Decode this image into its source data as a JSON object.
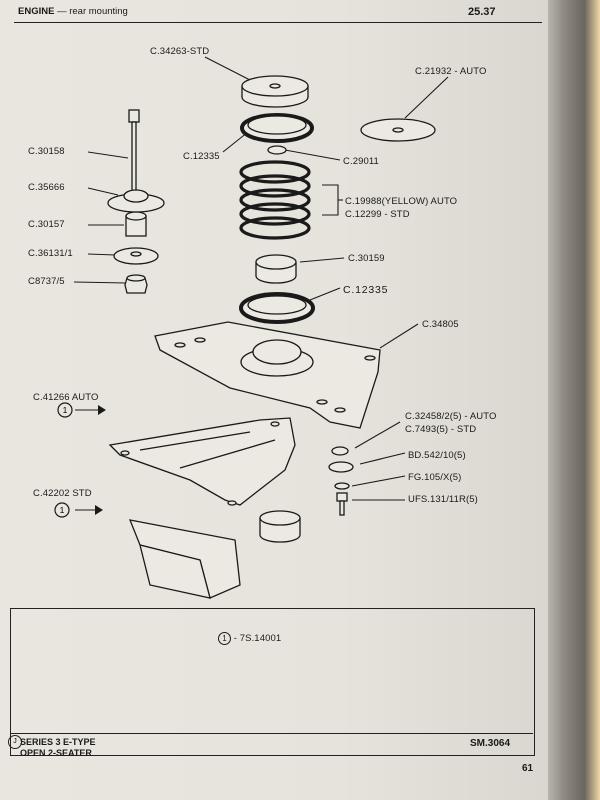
{
  "header": {
    "section": "ENGINE",
    "subsection": "— rear mounting",
    "page_ref": "25.37"
  },
  "parts": {
    "c34263": "C.34263-STD",
    "c21932": "C.21932 - AUTO",
    "c30158": "C.30158",
    "c12335_top": "C.12335",
    "c29011": "C.29011",
    "c35666": "C.35666",
    "c19988": "C.19988(YELLOW) AUTO",
    "c12299": "C.12299 - STD",
    "c30157": "C.30157",
    "c36131": "C.36131/1",
    "c30159": "C.30159",
    "c8737": "C8737/5",
    "c12335_bottom": "C.12335",
    "c34805": "C.34805",
    "c41266": "C.41266 AUTO",
    "c32458": "C.32458/2(5) - AUTO",
    "c7493": "C.7493(5) - STD",
    "bd542": "BD.542/10(5)",
    "fg105": "FG.105/X(5)",
    "ufs131": "UFS.131/11R(5)",
    "c42202": "C.42202 STD"
  },
  "callout_marker": "1",
  "footnote": {
    "marker": "1",
    "text": "- 7S.14001"
  },
  "footer": {
    "logo": "J",
    "series_line1": "SERIES 3 E-TYPE",
    "series_line2": "OPEN 2-SEATER",
    "ref": "SM.3064",
    "page_number": "61"
  }
}
